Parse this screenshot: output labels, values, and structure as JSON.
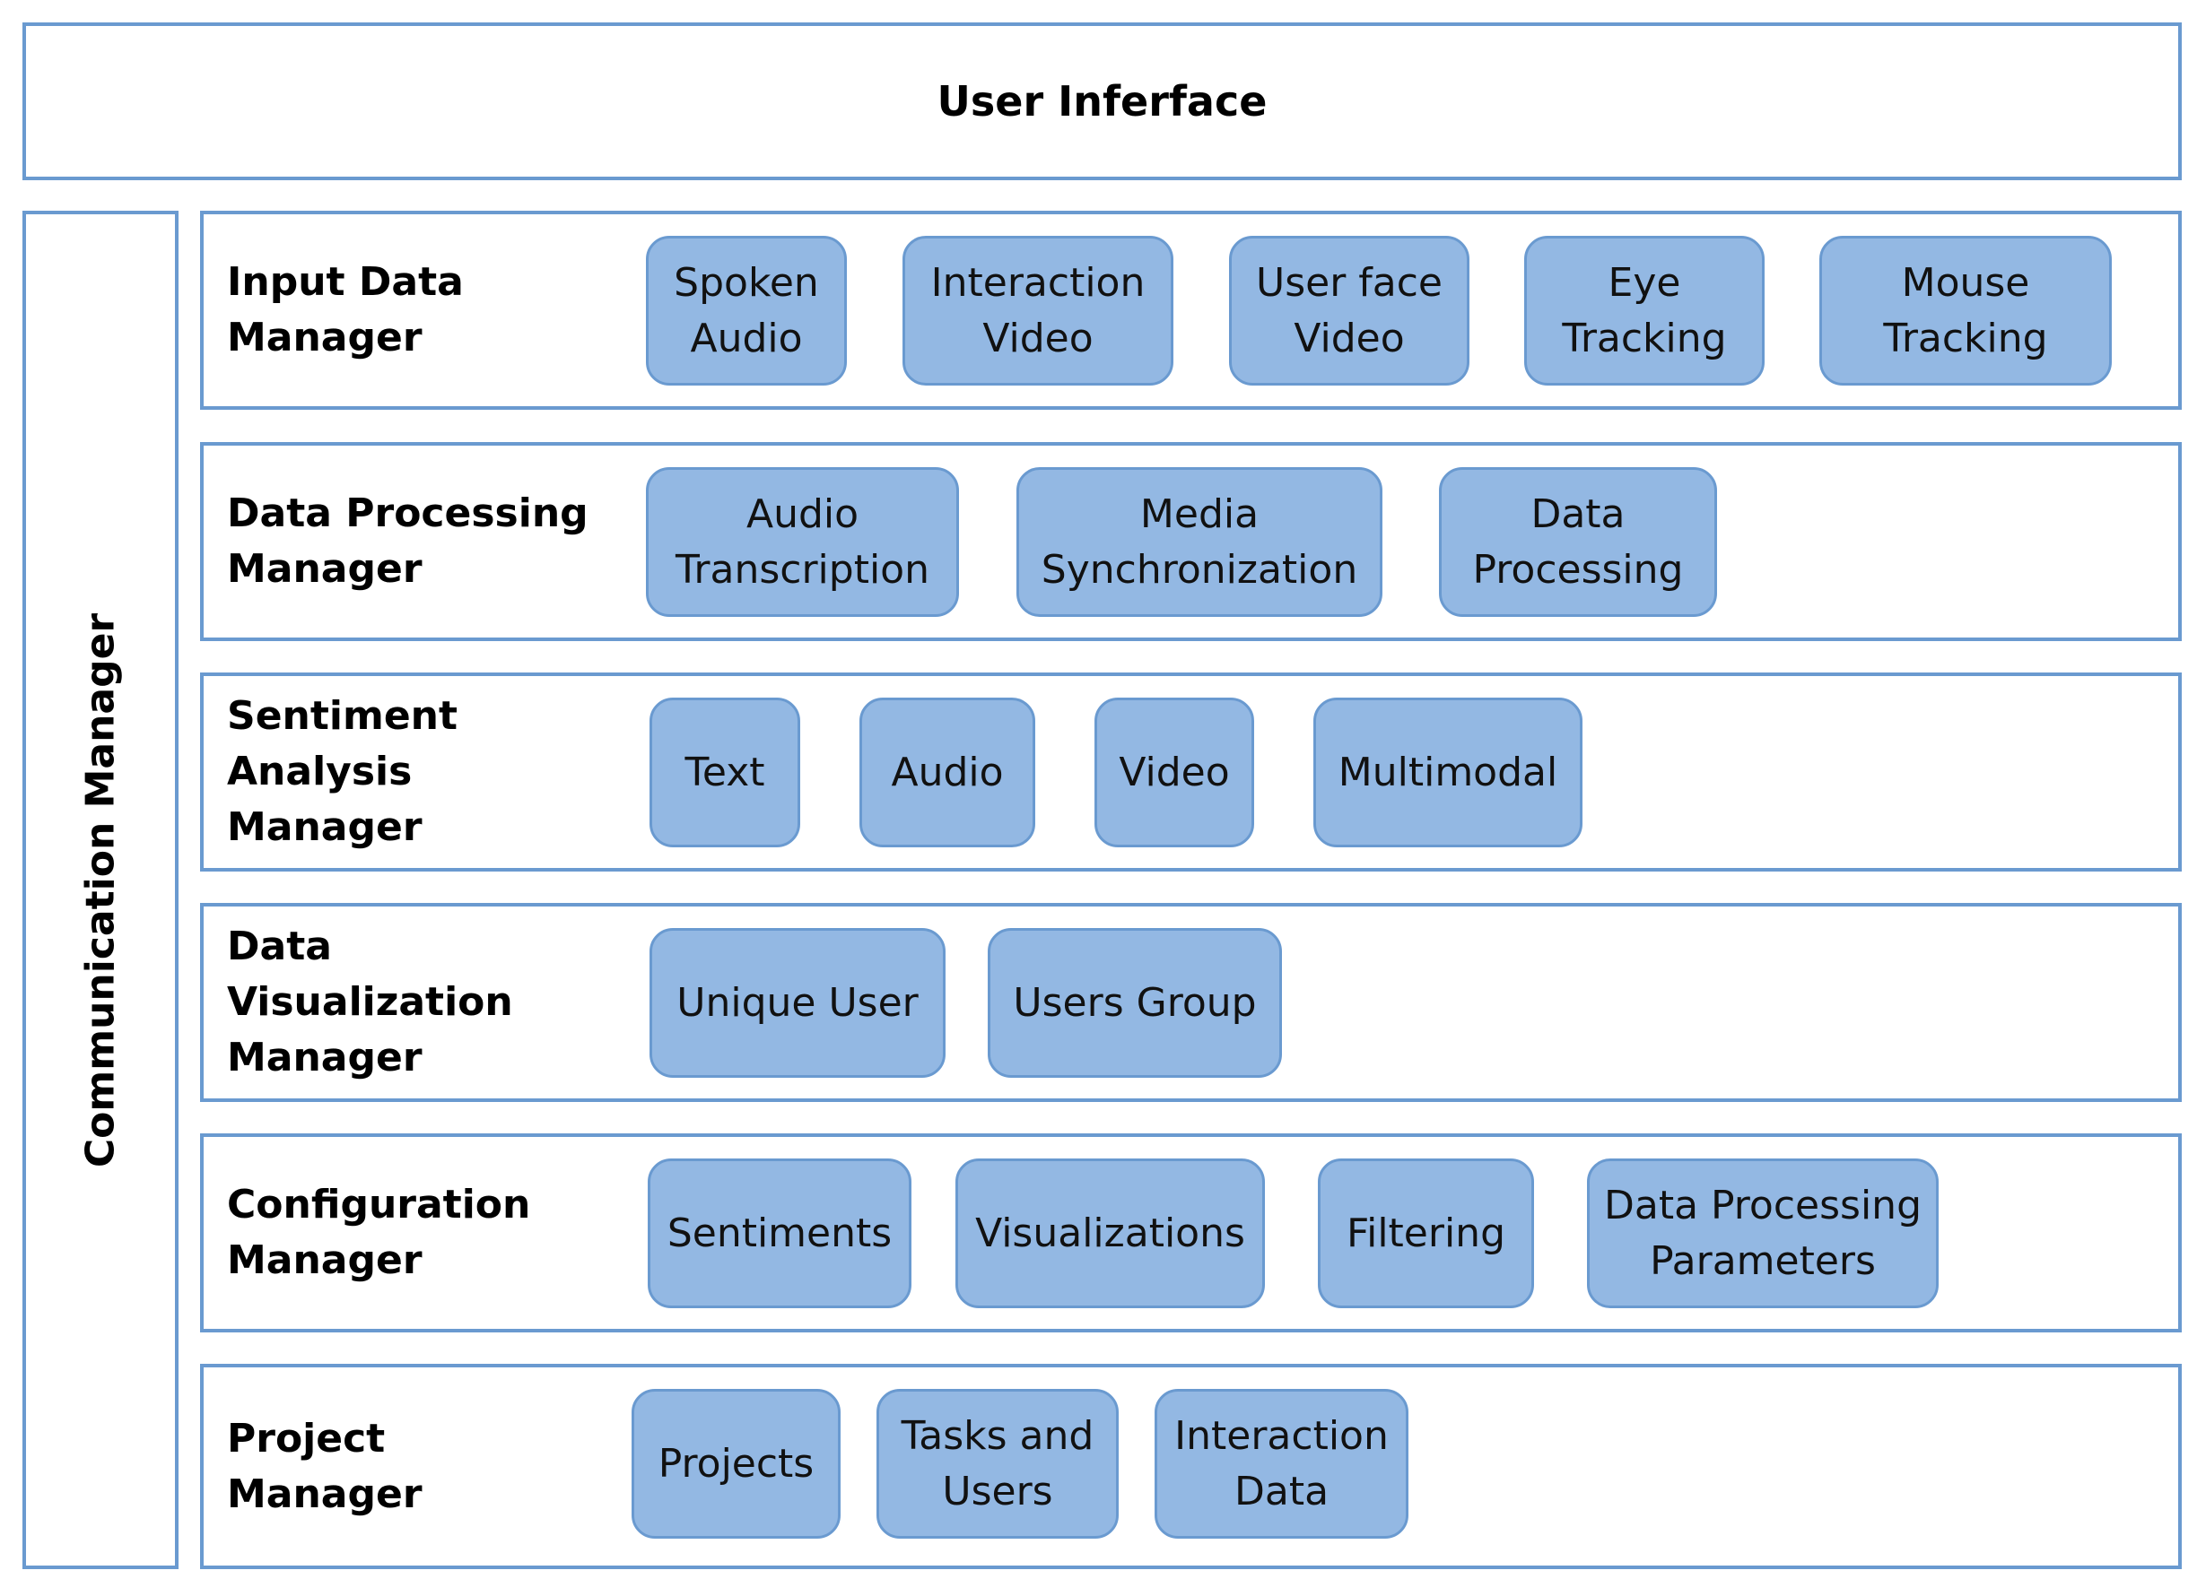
{
  "colors": {
    "border": "#6a9ad0",
    "component_fill": "#93b8e3",
    "background": "#ffffff"
  },
  "top": {
    "title": "User Inferface"
  },
  "side": {
    "title": "Communication Manager"
  },
  "managers": [
    {
      "label": "Input Data\nManager",
      "components": [
        "Spoken\nAudio",
        "Interaction\nVideo",
        "User face\nVideo",
        "Eye\nTracking",
        "Mouse\nTracking"
      ]
    },
    {
      "label": "Data Processing\nManager",
      "components": [
        "Audio\nTranscription",
        "Media\nSynchronization",
        "Data\nProcessing"
      ]
    },
    {
      "label": "Sentiment Analysis\nManager",
      "components": [
        "Text",
        "Audio",
        "Video",
        "Multimodal"
      ]
    },
    {
      "label": "Data Visualization\nManager",
      "components": [
        "Unique User",
        "Users Group"
      ]
    },
    {
      "label": "Configuration\nManager",
      "components": [
        "Sentiments",
        "Visualizations",
        "Filtering",
        "Data Processing\nParameters"
      ]
    },
    {
      "label": "Project\nManager",
      "components": [
        "Projects",
        "Tasks and\nUsers",
        "Interaction\nData"
      ]
    }
  ]
}
